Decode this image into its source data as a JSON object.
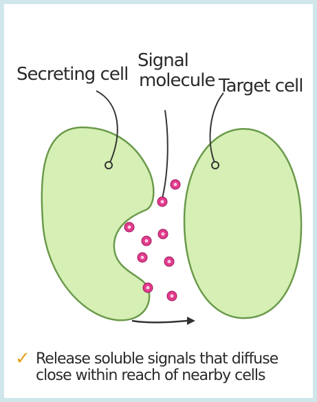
{
  "labels": {
    "secreting_cell": "Secreting cell",
    "signal_molecule_line1": "Signal",
    "signal_molecule_line2": "molecule",
    "target_cell": "Target cell"
  },
  "caption": "Release soluble signals that diffuse close within reach of nearby cells",
  "colors": {
    "cell_fill": "#d6efb4",
    "cell_stroke": "#6a9a4a",
    "molecule": "#e23a8c",
    "frame": "#cfe7ea",
    "check": "#e8a020"
  },
  "icons": {
    "bullet": "check-icon",
    "flow": "arrow-right-icon"
  }
}
